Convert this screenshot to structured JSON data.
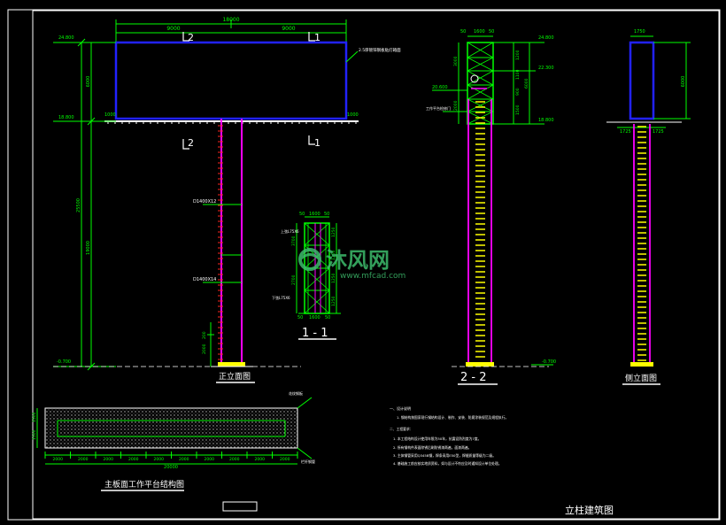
{
  "colors": {
    "background": "#000000",
    "frame": "#ffffff",
    "dimension": "#00ff00",
    "board": "#2222ff",
    "column": "#ff00ff",
    "ladder": "#ffff00",
    "watermark": "#3dbb6b"
  },
  "front_view": {
    "title": "正立面图",
    "dim_total": "18000",
    "dim_left": "9000",
    "dim_right": "9000",
    "elev_top": "24.800",
    "elev_mid": "18.800",
    "elev_bottom": "-0.700",
    "dim_board_h": "6000",
    "dim_total_h": "25500",
    "dim_column_h": "19000",
    "pipe_upper": "D1400X12",
    "pipe_lower": "D1400X14",
    "dim_1000_left": "1000",
    "dim_1000_right": "1000",
    "dim_base": "2000",
    "dim_base2": "200",
    "cut_label_2": "2",
    "cut_label_1": "1",
    "note_board": "2.5厚镀锌钢板贴灯箱面"
  },
  "section_11": {
    "title": "1 - 1",
    "dim_w1": "50",
    "dim_w2": "1600",
    "dim_w3": "50",
    "dim_r1": "1250",
    "dim_r2": "1250",
    "dim_r3": "1250",
    "dim_r4": "1250",
    "dim_l1": "3700",
    "dim_l2": "2700",
    "note1": "上弦L75X6",
    "note2": "下弦L75X6"
  },
  "section_22": {
    "title": "2 - 2",
    "dim_w1": "50",
    "dim_w2": "1600",
    "dim_w3": "50",
    "elev_top": "24.800",
    "elev_upper": "22.300",
    "elev_mid": "18.800",
    "elev_low": "20.600",
    "elev_bottom": "-0.700",
    "dim_3000": "3000",
    "dim_1200": "1200",
    "dim_1100": "1100",
    "dim_900": "900",
    "dim_1500": "1500",
    "dim_6000": "6000",
    "dim_2000": "2000",
    "note": "工作平台检修门"
  },
  "side_view": {
    "title": "侧立面图",
    "dim_top": "1750",
    "dim_h": "6000",
    "dim_b1": "1725",
    "dim_b2": "1725"
  },
  "platform": {
    "title": "主板面工作平台结构图",
    "dim_h1": "1500",
    "dim_h2": "1500",
    "dims_bottom": [
      "2000",
      "2000",
      "2000",
      "2000",
      "2000",
      "2000",
      "2000",
      "2000",
      "2000",
      "2000"
    ],
    "dim_total": "20000",
    "note_right1": "花纹钢板",
    "note_right2": "栏杆钢管"
  },
  "notes": {
    "title": "一、设计说明",
    "lines": [
      "1. 钢结构按国家现行钢结构设计、制作、安装、防腐涂装规范及规程执行。",
      "二、工程要求：",
      "1. 本工程结构设计使用年限为50年，抗震设防烈度为7度。",
      "2. 所有钢构件表面除锈后刷防锈漆两遍，面漆两遍。",
      "3. 主体钢管采用Q345B钢，焊条采用E50型，焊缝质量等级为二级。",
      "4. 基础施工前应核实地质资料，如与设计不符应及时通知设计单位处理。"
    ]
  },
  "drawing_title": "立柱建筑图",
  "watermark": {
    "name": "沐风网",
    "url": "www.mfcad.com"
  }
}
